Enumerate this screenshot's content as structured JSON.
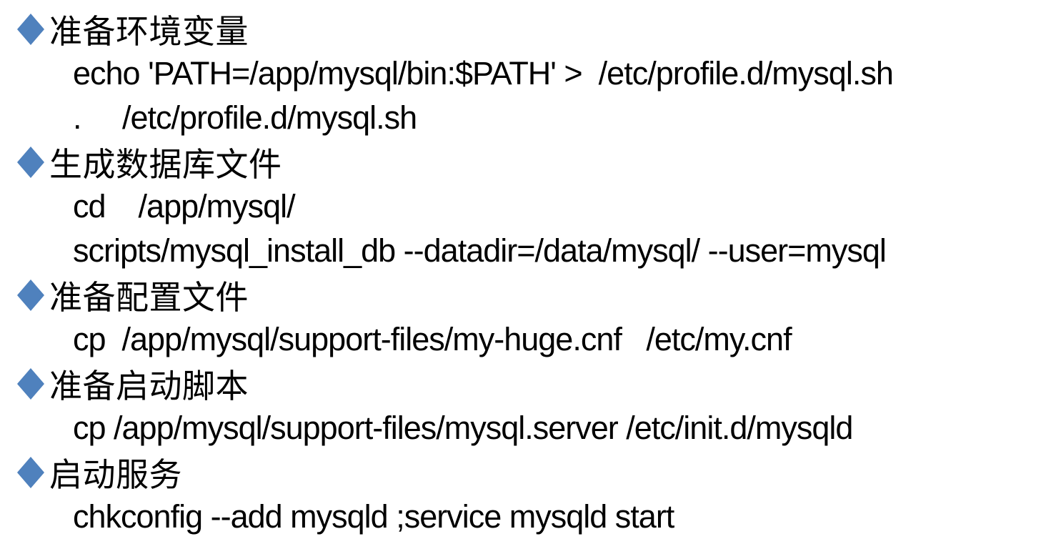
{
  "slide": {
    "background_color": "#ffffff",
    "text_color": "#000000",
    "bullet_color": "#4f81bd",
    "bullet_shape": "diamond",
    "sections": [
      {
        "title": "准备环境变量",
        "lines": [
          "echo 'PATH=/app/mysql/bin:$PATH' >  /etc/profile.d/mysql.sh",
          ".     /etc/profile.d/mysql.sh"
        ]
      },
      {
        "title": "生成数据库文件",
        "lines": [
          "cd    /app/mysql/",
          "scripts/mysql_install_db --datadir=/data/mysql/ --user=mysql"
        ]
      },
      {
        "title": "准备配置文件",
        "lines": [
          "cp  /app/mysql/support-files/my-huge.cnf   /etc/my.cnf"
        ]
      },
      {
        "title": "准备启动脚本",
        "lines": [
          "cp /app/mysql/support-files/mysql.server /etc/init.d/mysqld"
        ]
      },
      {
        "title": "启动服务",
        "lines": [
          "chkconfig --add mysqld ;service mysqld start"
        ]
      }
    ]
  }
}
